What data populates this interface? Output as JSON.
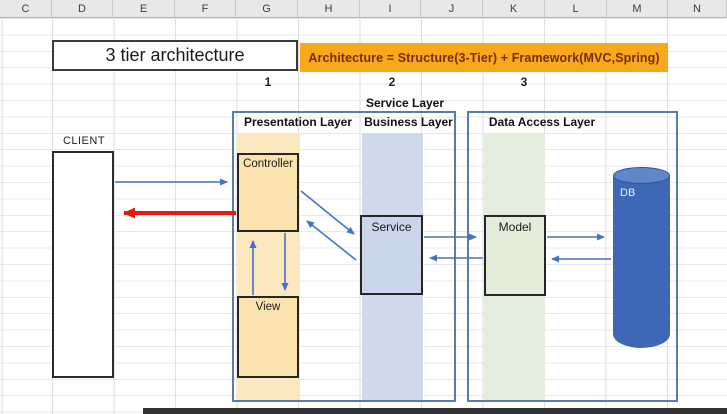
{
  "spreadsheet": {
    "column_headers": [
      "C",
      "D",
      "E",
      "F",
      "G",
      "H",
      "I",
      "J",
      "K",
      "L",
      "M",
      "N"
    ]
  },
  "title_box": {
    "text": "3 tier architecture"
  },
  "formula_banner": {
    "text": "Architecture = Structure(3-Tier) + Framework(MVC,Spring)"
  },
  "tier_numbers": {
    "one": "1",
    "two": "2",
    "three": "3"
  },
  "labels": {
    "service_layer": "Service Layer",
    "presentation_layer": "Presentation Layer",
    "business_layer": "Business Layer",
    "data_access_layer": "Data Access Layer",
    "client": "CLIENT"
  },
  "nodes": {
    "controller": "Controller",
    "view": "View",
    "service": "Service",
    "model": "Model",
    "db": "DB"
  },
  "colors": {
    "banner_bg": "#f8a81c",
    "banner_text": "#772d00",
    "presentation_shade": "#fbe8be",
    "business_shade": "#cfd9ec",
    "data_shade": "#e4eedc",
    "frame_border": "#5b7bad",
    "arrow_blue": "#4472c4",
    "arrow_red": "#e41a0c",
    "db_fill": "#3e68b5"
  }
}
